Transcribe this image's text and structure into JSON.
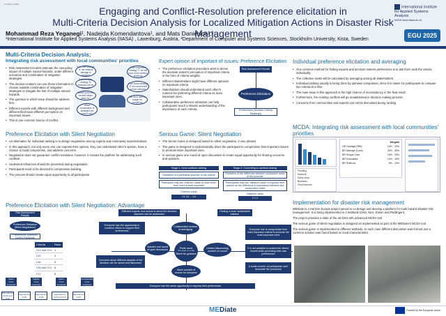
{
  "header": {
    "corner_note": "© Authors 2025",
    "title_line1": "Engaging and Conflict-Resolution preference elicitation in",
    "title_line2": "Multi-Criteria Decision Analysis for Localized Mitigation Actions in Disaster Risk Management",
    "authors_main": "Mohammad Reza Yeganegi",
    "authors_rest": "¹, Nadejda Komendantova¹, and Mats Danielson¹,²",
    "affiliation": "¹International Institute for Applied Systems Analysis (IIASA) , Laxenburg, Austria, ²Department of Computer and Systems Sciences, Stockholm University, Kista, Sweden",
    "iiasa_name": "International Institute for Applied Systems Analysis",
    "iiasa_url": "IIASA www.iiasa.ac.at",
    "egu_label": "EGU 2025"
  },
  "s1": {
    "title1": "Multi-Criteria Decision Analysis;",
    "title2": "Integrating risk assessment with local communities' priorities",
    "bullets": [
      "Risk Assessment models estimate the cascading impact of multiple natural hazards, under different scenarios and combination of mitigation strategies.",
      "The decision-makers can use these information to choose suitable combination of mitigation strategies to mitigate the risk of multiple natural hazards.",
      "The question is which issue should be address first.",
      "Different experts with different background and different filed have different perception on important issues.",
      "This is one common source of conflict."
    ],
    "clouds": [
      "If we use strategy 'A' the network damage is reduced",
      "If we combine strategy 'B' business will be secured",
      "Would your cost exceed million dollar by?",
      "Which combination of strategies we should use?",
      "If we implement Strategy 'C' we will have more resilient buildings",
      "If we follow strategy 'D' we can prevent a flood scenario",
      "We don't have a budget for everything"
    ]
  },
  "s2": {
    "title": "Expert opinion of important of issues: Preference Elicitation",
    "bullets": [
      "The preference elicitation procedure aims to derive the decision-maker's perception of important criteria in the form of criteria weights.",
      "Different stakeholders might have different opinions on important criteria.",
      "Stakeholders should understand each other's reasons for preferring different criteria as more important ones.",
      "Collaborative preference elicitation can help participants reach a shared understanding of the importance of each criteria."
    ],
    "box_top": "Risk Assessment Results",
    "box_center": "Preference Elicitation",
    "box_bottom": "Preferences (Decision Criteria Rankings)"
  },
  "s3": {
    "title": "Individual preference elicitation and averaging",
    "bullets": [
      "One common method for finding experts and decision makers preferences is to ask them rank the criteria individually.",
      "The collective ranks will be calculated by averaging among all stakeholders.",
      "Individual ranking usually is being done by pairwise comparison, since it is easier for participants to compare two criteria at a time.",
      "The main issue in this approach is the high chance of inconsistency in the final result.",
      "Furthermore, the existing conflicts will go unaddressed in decision making process.",
      "Concerns from communities and experts can not be discussed during ranking"
    ]
  },
  "s4": {
    "title": "Preference Elicitation with Silent Negotiation",
    "bullets": [
      "An alternative for individual ranking is to design negotiation among experts and community representatives.",
      "In this approach, not only every one can express their opinion, they can understand other's opinion, have a chance to build compromise, and address concerns.",
      "Negotiation does not guarantee conflict resolution, however, it creates the platform for addressing such conflicts.",
      "Undesired influences should be prevented during negotiation",
      "Participants need to be directed to compromise building.",
      "The process should create equal opportunity to all participants"
    ]
  },
  "s5": {
    "title": "Serious Game: Silent Negotiation",
    "bullets": [
      "The Serios Game is designed based on silent negotiation, in two phases.",
      "The game is designed to systematically direct the participant to compromise less important issues to promote More important ones.",
      "In serious game one round of open discussion is create equal opportunity for sharing concerns and opinions."
    ],
    "stage1_title": "Stage 1: Semi-confined ranking",
    "stage1_a": "Elicitation of a preliminal preorder of the criteria",
    "stage1_b": "Participant only use 'criterion' cards to order them from most to least important",
    "stage2_title": "Stage 2: Converting to cardinal ranking",
    "stage2_a": "Elicitation of the difference between successive ranks of the preorder",
    "stage2_b": "Participants only use 'distance cards' to express their opinion on the difference in importance between two consecutive ranks",
    "cards": [
      "Criterion cards",
      "C1 C2 ... Cn",
      "Distance cards",
      "0 1 2"
    ]
  },
  "s6": {
    "title": "MCDA: Integrating risk assessment with local communities' priorities",
    "table_header": "Weights",
    "rows": [
      {
        "label": "GR Damage (RBI)",
        "pct": "15% - 20%"
      },
      {
        "label": "BR Damage (Loss)",
        "pct": "30% - 35%"
      },
      {
        "label": "BR People Loss",
        "pct": "15% - 20%"
      },
      {
        "label": "BR Evacuated",
        "pct": "10% - 15%"
      },
      {
        "label": "BR Preflood",
        "pct": "5% - 10%"
      }
    ],
    "legend": [
      "Flooding",
      "Network",
      "Entire area",
      "Business",
      "Flood barriers"
    ]
  },
  "s7": {
    "title": "Preference Elicitation with Silent Negotiation: Advantage",
    "left_top": "Risk Assessment Results",
    "left_center": "Preference Elicitation (Silent Negotiation)",
    "left_bottom": "Preferences (Decision Criteria Rankings)",
    "table_headers": [
      "Criteria",
      "Rank"
    ],
    "table_rows": [
      [
        "Cr1 and Cr4",
        "1"
      ],
      [
        "Cr3",
        "4"
      ],
      [
        "Cr6",
        "5"
      ],
      [
        "Cr5 and Cr4",
        "6"
      ],
      [
        "Cr7",
        "8"
      ]
    ],
    "imp_labels": [
      "Much more important",
      "Slightly more important",
      "Much more important",
      "Considerably more important"
    ],
    "dep_labels": [
      "Dependency (Cr11 and Cr4)",
      "Dependency (Cr5)",
      "Dependency (Cr6)",
      "Dependency (Cr5 and Cr4)",
      "Dependency (Cr7)"
    ],
    "center": "Preference Elicitation with Silent Negotiation",
    "nodes": [
      "Different experts and concerns about the decision outcome can be addressed",
      "Finding a more sustainable solution",
      "Everyone has the opportunity to convince others to support their preferences",
      "Collaborative instead of averaging",
      "Includes one round of open discussion",
      "Everyone has to compromise their least important criteria to promote the most important ones",
      "Concerns about different aspects of the decision can be raised and discussed",
      "Limited (discussing) number of moves",
      "It is not possible to undermine others' moves while promoting their own preferences",
      "Same number of moves for everyone",
      "A small number of participants can't dominate the procedure",
      "Everyone has the same opportunity to express their preferences"
    ]
  },
  "s8": {
    "title": "Implementation for disaster risk management",
    "paras": [
      "MEDiate is a Horizon Europe project aimed to co-design and develop a platform for multi hazard disaster risk management. It is being implemented in 4 testbeds (Oslo, Nice, Essen and Rüdlingen).",
      "The project provides a state of the art DSS with advanced MCDA tool.",
      "The serious game of silent negotiation is designed an implemented as part of the MEDiate's MCDA tool.",
      "The serious game is implemented in different testbeds. In each case different discussion was formed and a common solution was found based on local characteristics."
    ]
  },
  "footer": {
    "brand_a": "ME",
    "brand_b": "Diate",
    "eu_text": "Funded by the European Union"
  }
}
